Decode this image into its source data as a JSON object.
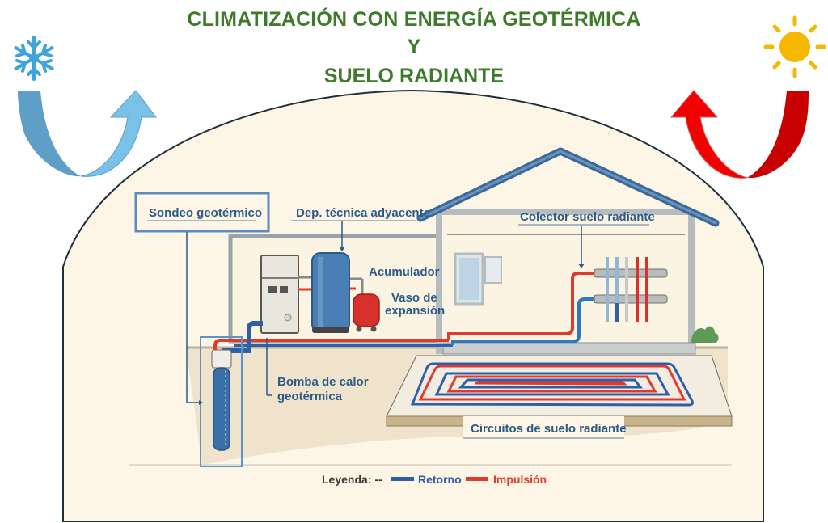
{
  "title": {
    "line1": "CLIMATIZACIÓN CON ENERGÍA GEOTÉRMICA",
    "line2": "Y",
    "line3": "SUELO RADIANTE"
  },
  "icons": {
    "cold": "snowflake-icon",
    "hot": "sun-icon",
    "cold_arrow": "blue-u-turn-arrow",
    "hot_arrow": "red-u-turn-arrow"
  },
  "labels": {
    "probe": "Sondeo geotérmico",
    "tech_room": "Dep. técnica adyacente",
    "collector": "Colector suelo radiante",
    "accumulator": "Acumulador",
    "expansion_line1": "Vaso de",
    "expansion_line2": "expansión",
    "heat_pump_line1": "Bomba de calor",
    "heat_pump_line2": "geotérmica",
    "floor_circuits": "Circuitos de suelo radiante"
  },
  "legend": {
    "title": "Leyenda: --",
    "items": [
      {
        "label": "Retorno",
        "color": "#2f5fa8"
      },
      {
        "label": "Impulsión",
        "color": "#e03a2f"
      }
    ]
  },
  "colors": {
    "title": "#3d7a2a",
    "return": "#2f5fa8",
    "supply": "#e03a2f",
    "background": "#fdf6e6",
    "label": "#2d5a87"
  }
}
